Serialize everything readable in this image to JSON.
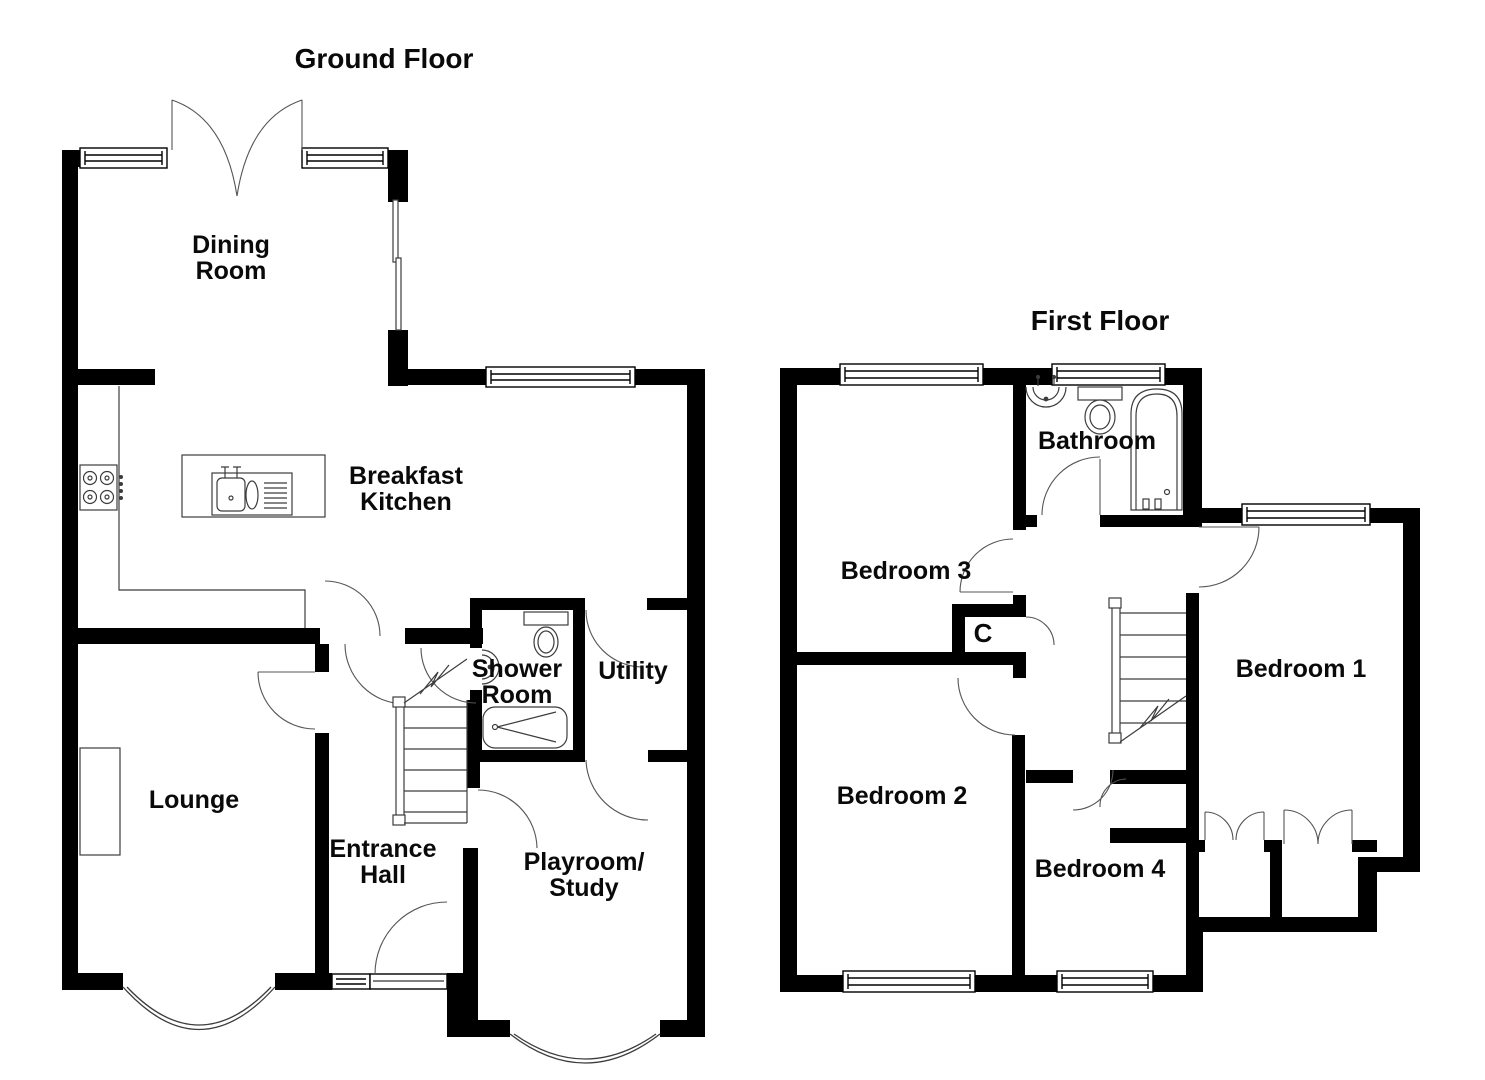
{
  "document": {
    "type": "floor-plan"
  },
  "colors": {
    "wall": "#000000",
    "thin_line": "#3c3c3c",
    "door_arc": "#555555",
    "text": "#0a0a0a",
    "background": "#ffffff"
  },
  "floors": {
    "ground": {
      "title": "Ground Floor",
      "rooms": [
        {
          "name": "dining-room",
          "label": "Dining\nRoom"
        },
        {
          "name": "breakfast-kitchen",
          "label": "Breakfast\nKitchen"
        },
        {
          "name": "lounge",
          "label": "Lounge"
        },
        {
          "name": "entrance-hall",
          "label": "Entrance\nHall"
        },
        {
          "name": "shower-room",
          "label": "Shower\nRoom"
        },
        {
          "name": "utility",
          "label": "Utility"
        },
        {
          "name": "playroom-study",
          "label": "Playroom/\nStudy"
        }
      ]
    },
    "first": {
      "title": "First Floor",
      "rooms": [
        {
          "name": "bedroom-3",
          "label": "Bedroom 3"
        },
        {
          "name": "bathroom",
          "label": "Bathroom"
        },
        {
          "name": "bedroom-1",
          "label": "Bedroom 1"
        },
        {
          "name": "bedroom-2",
          "label": "Bedroom 2"
        },
        {
          "name": "bedroom-4",
          "label": "Bedroom 4"
        },
        {
          "name": "cupboard",
          "label": "C"
        }
      ]
    }
  },
  "fixtures": [
    "hob",
    "kitchen-sink-island",
    "worktop",
    "stairs-ground",
    "stairs-first",
    "shower-toilet",
    "corner-basin",
    "shower-bath",
    "bathroom-basin",
    "bathroom-toilet",
    "bathroom-bath",
    "bay-window-lounge",
    "bay-window-playroom",
    "front-door",
    "french-doors",
    "fitted-wardrobes",
    "chimney-breast"
  ]
}
